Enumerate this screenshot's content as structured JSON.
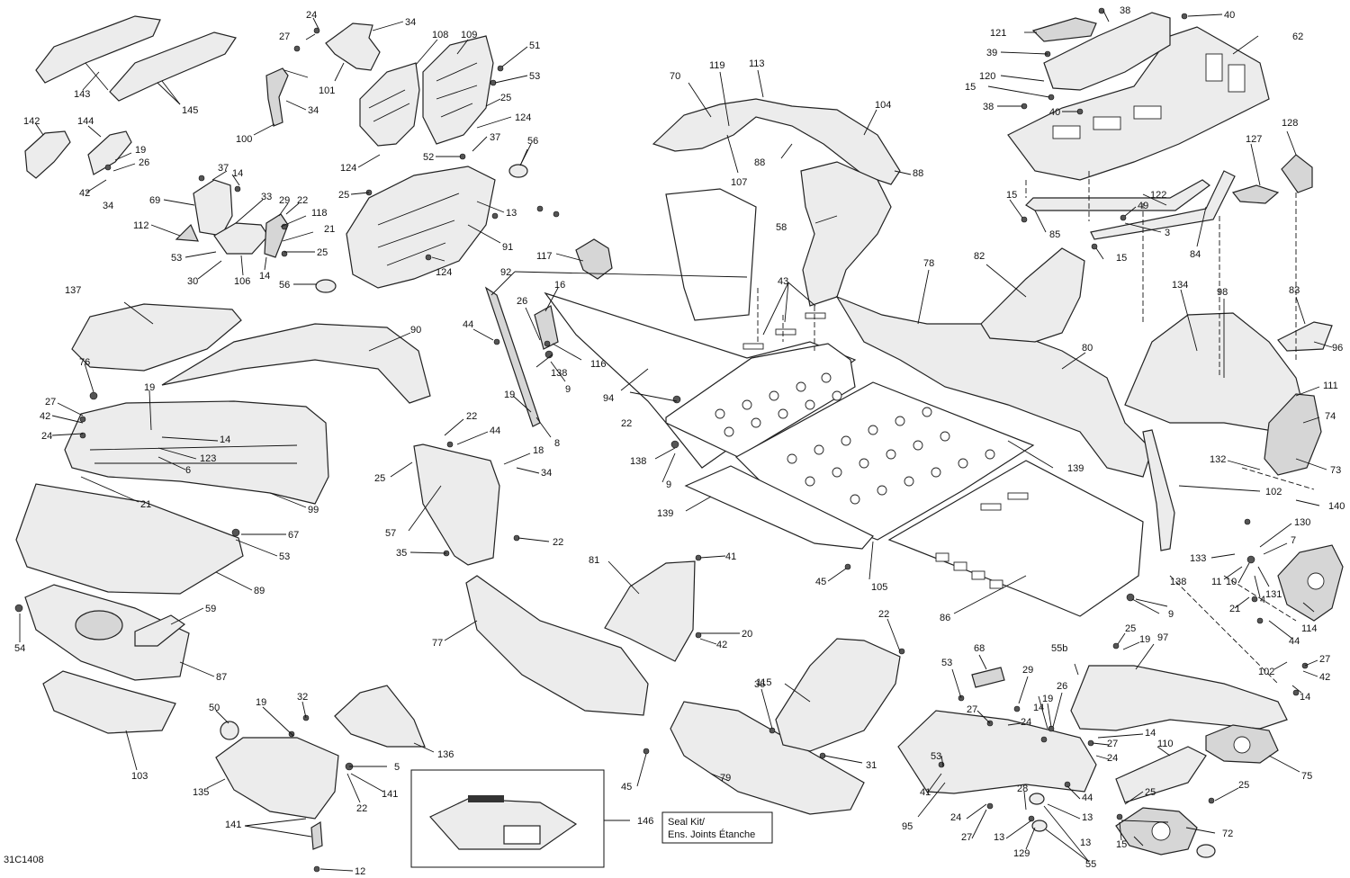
{
  "drawing_code": "31C1408",
  "seal_kit": {
    "number": "146",
    "label_line1": "Seal Kit/",
    "label_line2": "Ens. Joints Étanche"
  },
  "callouts": [
    "143",
    "145",
    "142",
    "144",
    "19",
    "26",
    "42",
    "34",
    "24",
    "27",
    "101",
    "34",
    "100",
    "34",
    "108",
    "109",
    "51",
    "53",
    "25",
    "124",
    "37",
    "52",
    "124",
    "56",
    "37",
    "14",
    "69",
    "33",
    "29",
    "22",
    "118",
    "21",
    "25",
    "112",
    "53",
    "30",
    "106",
    "14",
    "25",
    "13",
    "91",
    "124",
    "56",
    "117",
    "92",
    "16",
    "26",
    "44",
    "138",
    "116",
    "9",
    "19",
    "8",
    "22",
    "44",
    "18",
    "34",
    "25",
    "57",
    "35",
    "22",
    "70",
    "119",
    "113",
    "104",
    "88",
    "107",
    "88",
    "58",
    "43",
    "78",
    "82",
    "80",
    "94",
    "22",
    "138",
    "9",
    "139",
    "139",
    "105",
    "45",
    "86",
    "138",
    "9",
    "121",
    "38",
    "40",
    "62",
    "39",
    "120",
    "15",
    "38",
    "40",
    "15",
    "122",
    "49",
    "3",
    "15",
    "85",
    "84",
    "128",
    "127",
    "83",
    "134",
    "98",
    "96",
    "111",
    "74",
    "73",
    "132",
    "102",
    "140",
    "130",
    "7",
    "133",
    "11",
    "10",
    "4",
    "131",
    "21",
    "114",
    "44",
    "102",
    "27",
    "42",
    "14",
    "137",
    "90",
    "76",
    "27",
    "42",
    "24",
    "19",
    "14",
    "123",
    "6",
    "21",
    "99",
    "67",
    "53",
    "89",
    "59",
    "54",
    "87",
    "103",
    "81",
    "41",
    "20",
    "42",
    "77",
    "22",
    "115",
    "36",
    "31",
    "79",
    "45",
    "50",
    "19",
    "32",
    "135",
    "5",
    "22",
    "141",
    "141",
    "12",
    "136",
    "68",
    "53",
    "29",
    "27",
    "24",
    "26",
    "19",
    "14",
    "25",
    "19",
    "97",
    "55b",
    "14",
    "27",
    "24",
    "110",
    "53",
    "41",
    "95",
    "24",
    "13",
    "27",
    "28",
    "44",
    "13",
    "129",
    "55",
    "13",
    "25",
    "72",
    "75",
    "15",
    "25"
  ]
}
